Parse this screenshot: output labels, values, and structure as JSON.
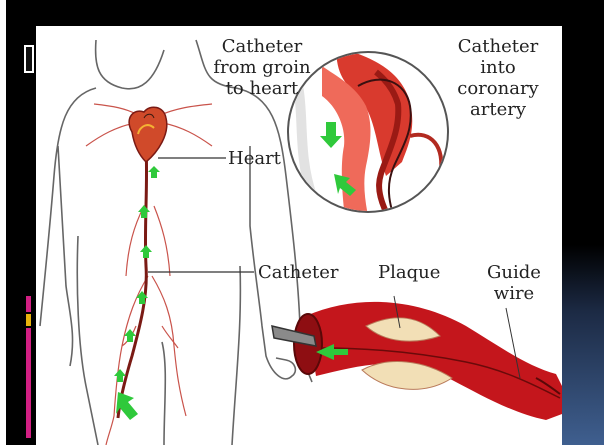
{
  "diagram": {
    "labels": {
      "catheter_from_groin": [
        "Catheter",
        "from groin",
        "to heart"
      ],
      "catheter_into_coronary": [
        "Catheter",
        "into",
        "coronary",
        "artery"
      ],
      "heart": "Heart",
      "catheter": "Catheter",
      "plaque": "Plaque",
      "guide_wire": [
        "Guide",
        "wire"
      ]
    },
    "colors": {
      "artery_red": "#c4161c",
      "plaque_cream": "#f2dfb6",
      "arrow_green": "#2fc93b",
      "body_outline": "#555555"
    }
  }
}
